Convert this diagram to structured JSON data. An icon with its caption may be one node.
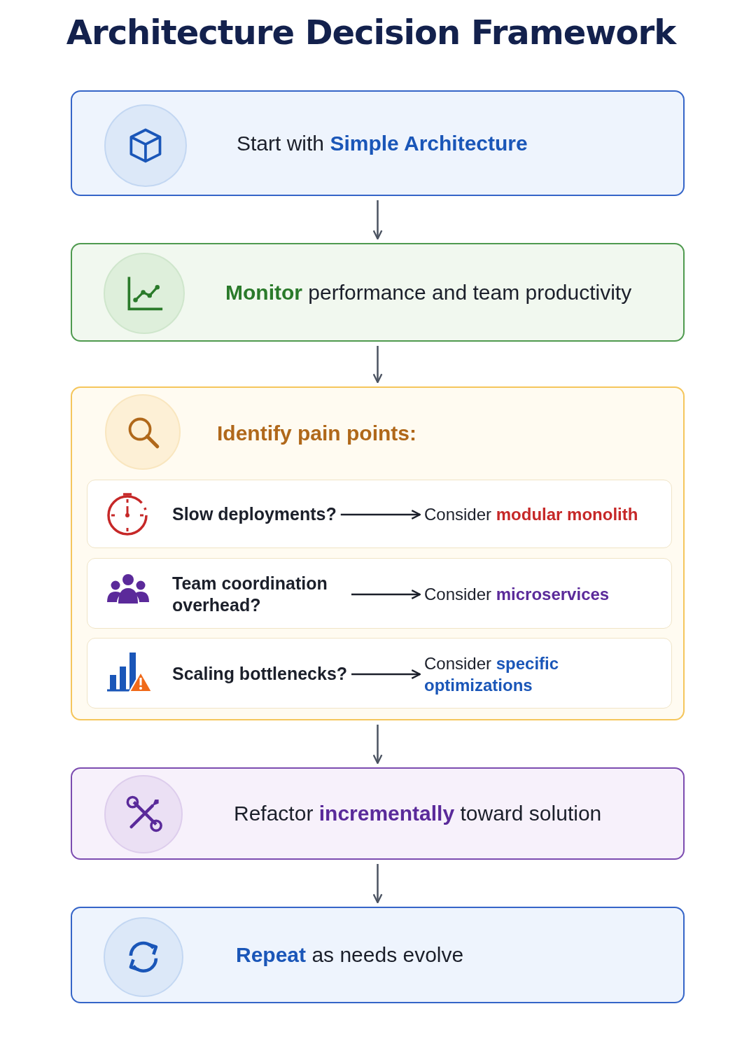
{
  "diagram": {
    "title": "Architecture Decision Framework",
    "nodes": [
      {
        "text": [
          "Start with **Simple Architecture**"
        ]
      },
      {
        "text": [
          "**Monitor** performance and team productivity"
        ]
      },
      {
        "text": [
          "Identify pain points:"
        ]
      },
      {
        "text": [],
        "shape": "box",
        "in": 2
      },
      {
        "text": [
          "Slow deployments?"
        ],
        "in": 3
      },
      {
        "text": [
          "Consider **modular monolith**"
        ],
        "in": 3
      },
      {
        "text": [],
        "shape": "box",
        "in": 2
      },
      {
        "text": [
          "Team coordination overhead?"
        ],
        "in": 6
      },
      {
        "text": [
          "Consider **microservices**"
        ],
        "in": 6
      },
      {
        "text": [],
        "shape": "box",
        "in": 2
      },
      {
        "text": [
          "Scaling bottlenecks?"
        ],
        "in": 9
      },
      {
        "text": [
          "Consider **specific optimizations**"
        ],
        "in": 9
      },
      {
        "text": [
          "Refactor **incrementally** toward solution"
        ]
      },
      {
        "text": [
          "**Repeat** as needs evolve"
        ]
      }
    ],
    "edges": [
      {
        "from": 0,
        "to": 1,
        "arrow": "to"
      },
      {
        "from": 1,
        "to": 2,
        "arrow": "to"
      },
      {
        "from": 4,
        "to": 5,
        "arrow": "to"
      },
      {
        "from": 7,
        "to": 8,
        "arrow": "to"
      },
      {
        "from": 10,
        "to": 11,
        "arrow": "to"
      },
      {
        "from": 2,
        "to": 12,
        "arrow": "to"
      },
      {
        "from": 12,
        "to": 13,
        "arrow": "to"
      }
    ]
  }
}
